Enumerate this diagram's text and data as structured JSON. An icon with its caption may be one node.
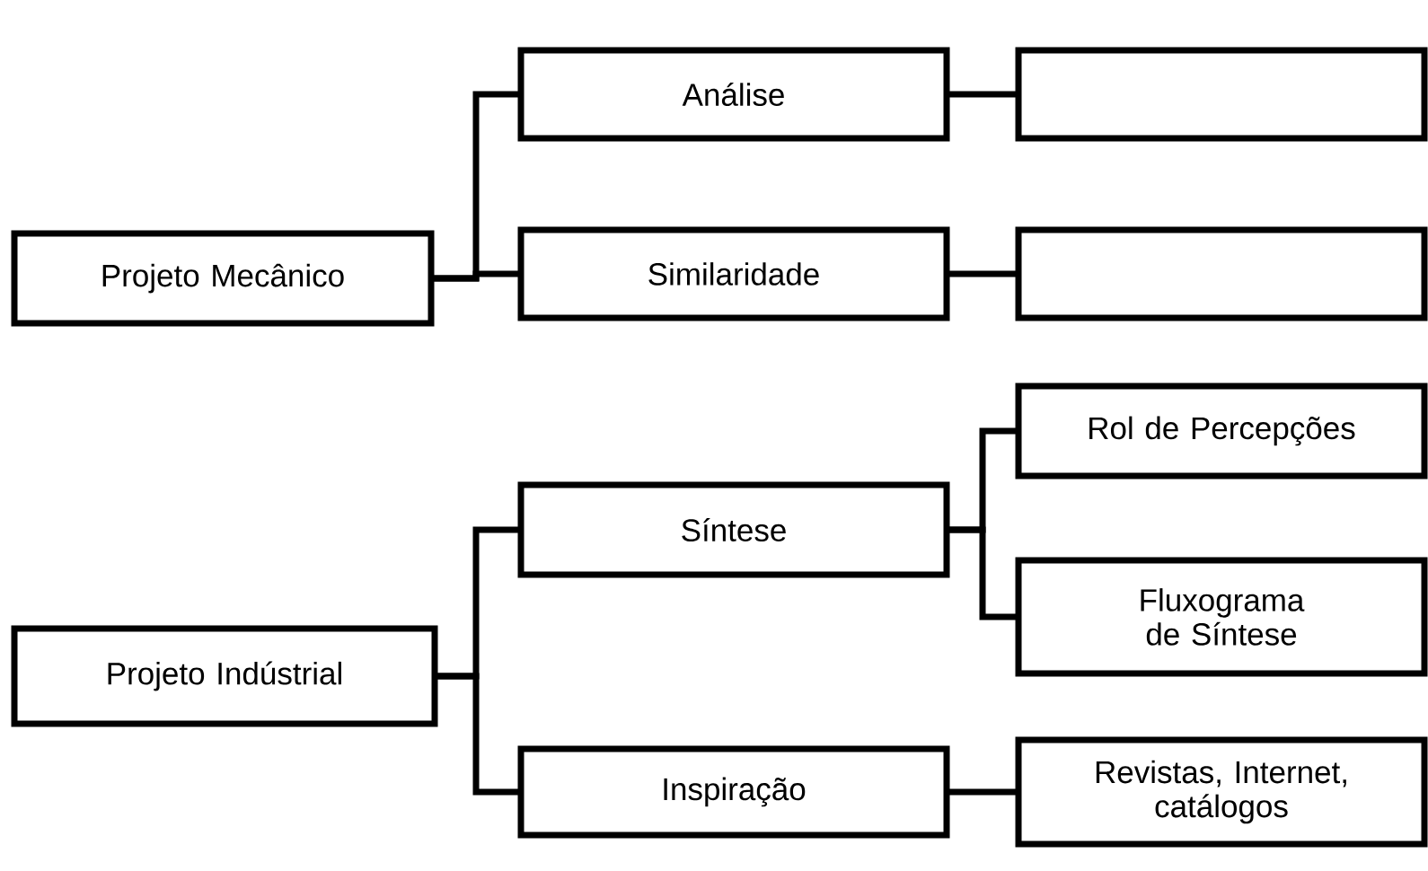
{
  "diagram": {
    "nodes": [
      {
        "text": [
          "Projeto Mecânico"
        ]
      },
      {
        "text": [
          "Análise"
        ]
      },
      {
        "text": [],
        "shape": "box"
      },
      {
        "text": [
          "Similaridade"
        ]
      },
      {
        "text": [],
        "shape": "box"
      },
      {
        "text": [
          "Projeto Indústrial"
        ]
      },
      {
        "text": [
          "Síntese"
        ]
      },
      {
        "text": [
          "Rol de Percepções"
        ]
      },
      {
        "text": [
          "Fluxograma de Síntese"
        ]
      },
      {
        "text": [
          "Inspiração"
        ]
      },
      {
        "text": [
          "Revistas, Internet, catálogos"
        ]
      }
    ],
    "edges": [
      {
        "from": 0,
        "to": 1,
        "arrow": "none"
      },
      {
        "from": 0,
        "to": 3,
        "arrow": "none"
      },
      {
        "from": 1,
        "to": 2,
        "arrow": "none"
      },
      {
        "from": 3,
        "to": 4,
        "arrow": "none"
      },
      {
        "from": 5,
        "to": 6,
        "arrow": "none"
      },
      {
        "from": 5,
        "to": 9,
        "arrow": "none"
      },
      {
        "from": 6,
        "to": 7,
        "arrow": "none"
      },
      {
        "from": 6,
        "to": 8,
        "arrow": "none"
      },
      {
        "from": 9,
        "to": 10,
        "arrow": "none"
      }
    ]
  }
}
